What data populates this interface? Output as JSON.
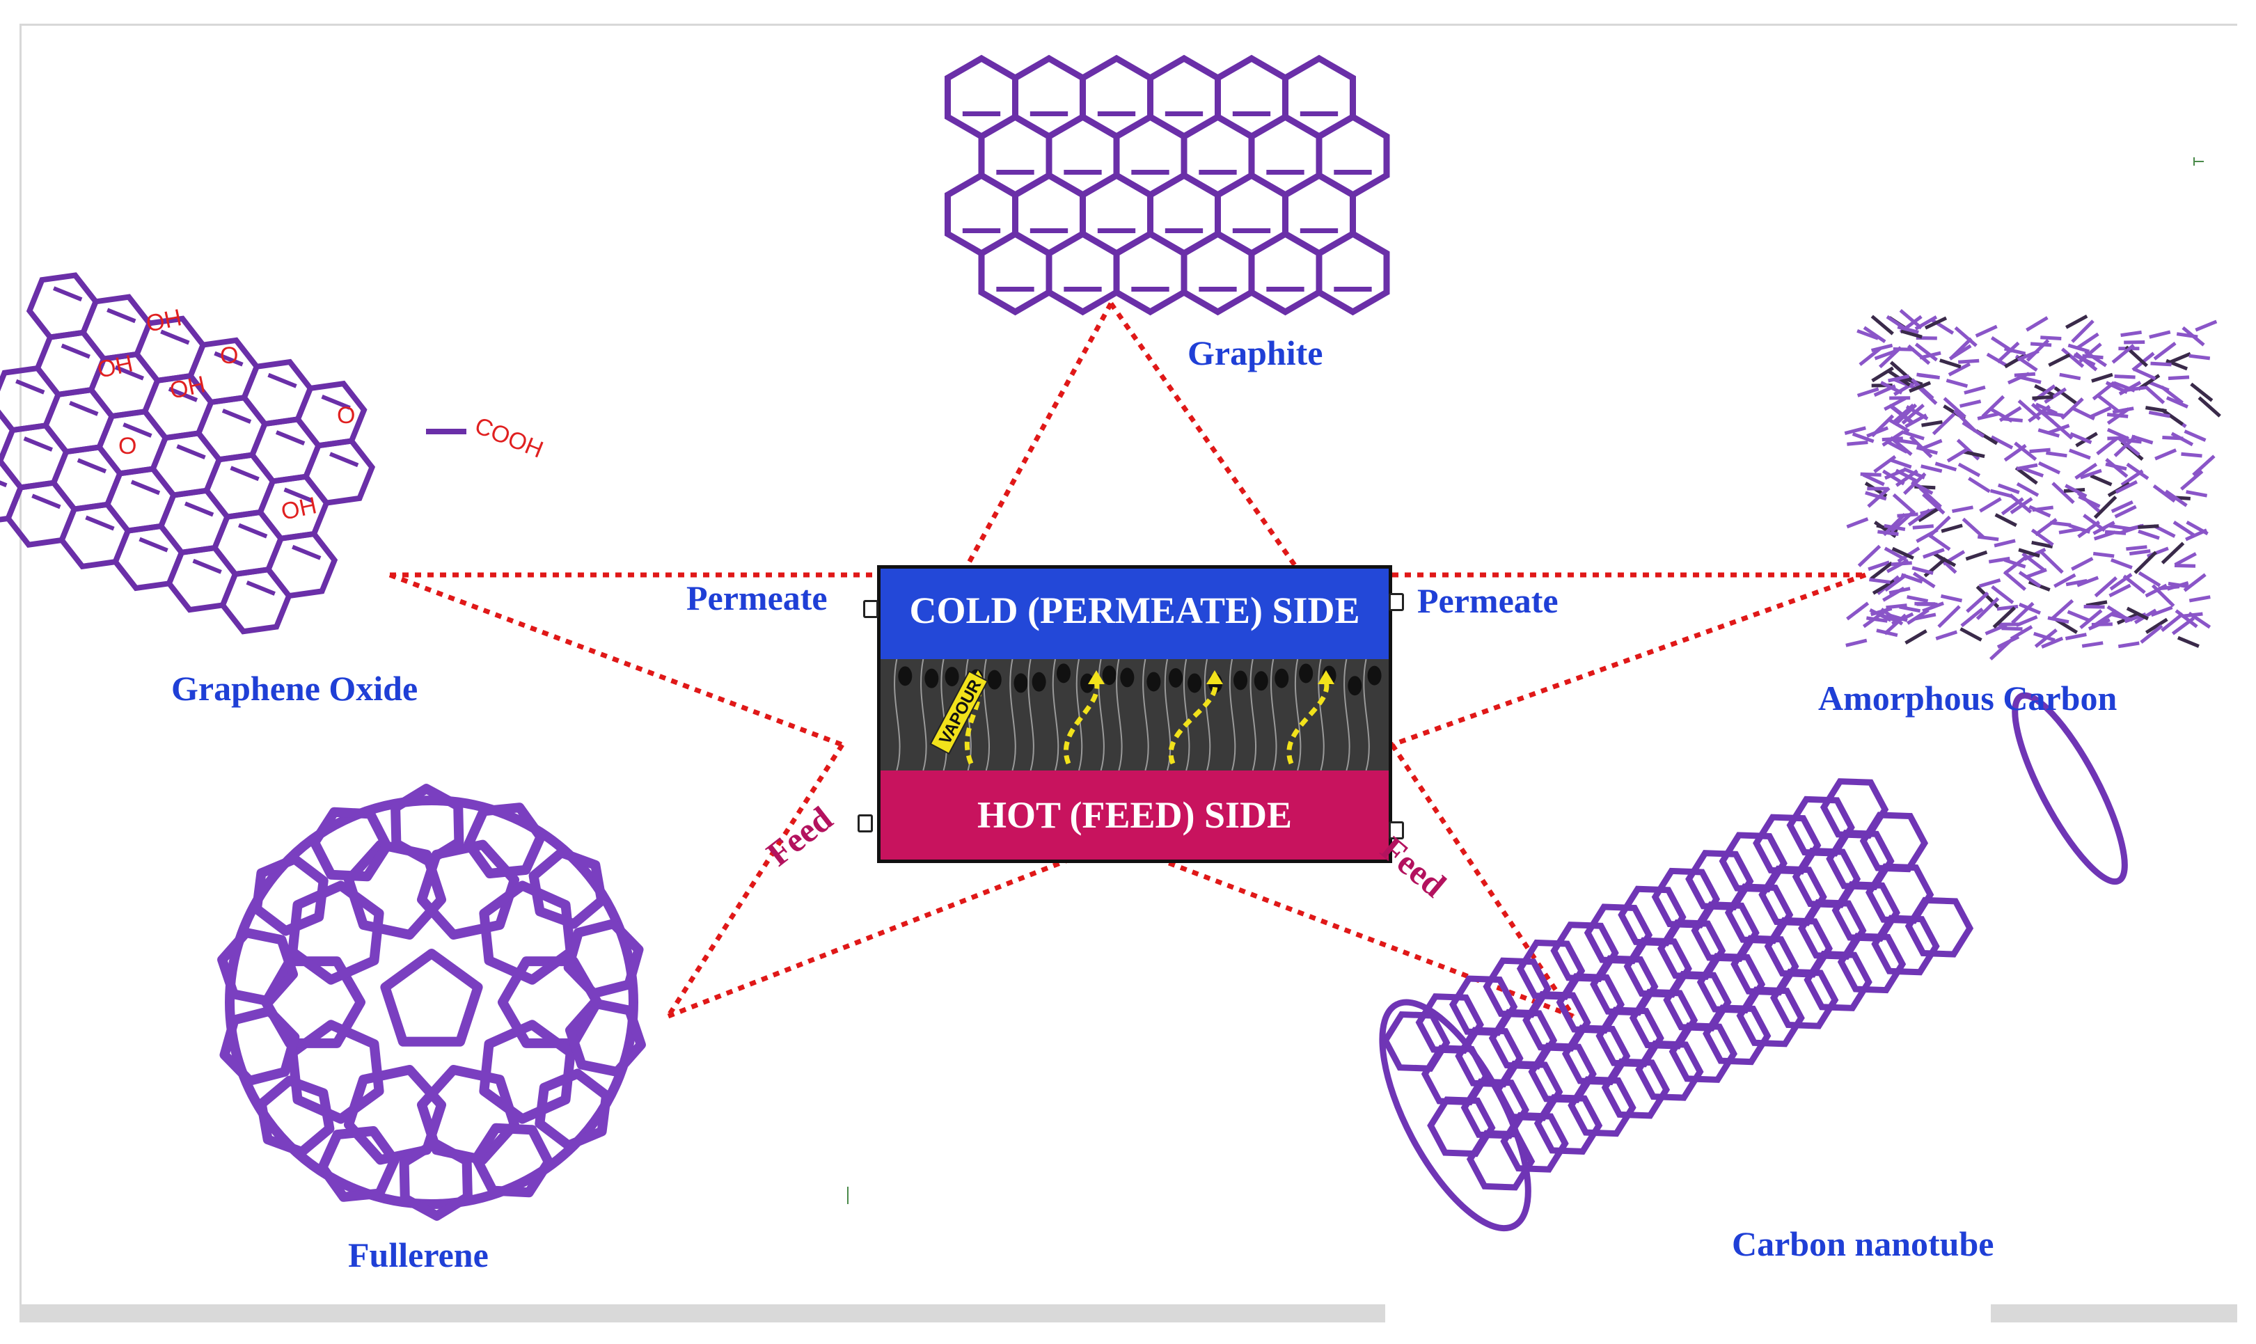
{
  "membrane": {
    "cold_label": "COLD (PERMEATE) SIDE",
    "hot_label": "HOT  (FEED) SIDE",
    "vapour_label": "VAPOUR"
  },
  "labels": {
    "graphite": "Graphite",
    "graphene_oxide": "Graphene Oxide",
    "amorphous_carbon": "Amorphous Carbon",
    "fullerene": "Fullerene",
    "carbon_nanotube": "Carbon nanotube",
    "permeate_left": "Permeate",
    "permeate_right": "Permeate",
    "feed_left": "Feed",
    "feed_right": "Feed"
  },
  "functional_groups": {
    "oh1": "OH",
    "oh2": "OH",
    "oh3": "OH",
    "oh4": "OH",
    "o1": "O",
    "o2": "O",
    "o3": "O",
    "cooh": "COOH"
  },
  "colors": {
    "molecule": "#6a2fa8",
    "dotted_line": "#e01818",
    "cold_side": "#2348d8",
    "hot_side": "#c8135e",
    "label_blue": "#1f3fd6",
    "label_feed": "#b3125e",
    "vapour_arrow": "#f2e21b"
  }
}
